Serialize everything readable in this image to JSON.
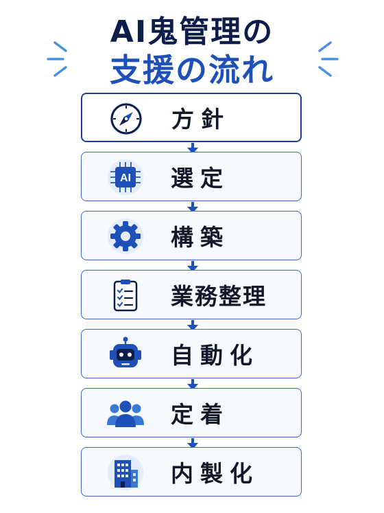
{
  "title": {
    "line1": "AI鬼管理の",
    "line2": "支援の流れ"
  },
  "colors": {
    "navy": "#0c1d4a",
    "accent": "#1e50b8",
    "box_border": "#3a68c4",
    "icon_bg": "#e4edfb"
  },
  "steps": [
    {
      "label": "方針",
      "icon": "compass-icon"
    },
    {
      "label": "選定",
      "icon": "ai-chip-icon",
      "icon_text": "AI"
    },
    {
      "label": "構築",
      "icon": "gear-icon"
    },
    {
      "label": "業務整理",
      "icon": "clipboard-checklist-icon"
    },
    {
      "label": "自動化",
      "icon": "robot-icon"
    },
    {
      "label": "定着",
      "icon": "people-group-icon"
    },
    {
      "label": "内製化",
      "icon": "office-building-icon"
    }
  ]
}
